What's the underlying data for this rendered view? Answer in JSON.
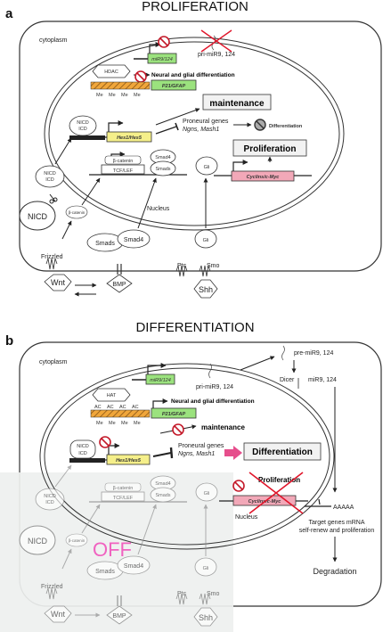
{
  "panel_a": {
    "letter": "a",
    "title": "PROLIFERATION",
    "cytoplasm": "cytoplasm",
    "nucleus": "Nucleus",
    "mir": "miR9/124",
    "pri_mir": "pri-miR9, 124",
    "neural_glial": "Neural and glial differentiation",
    "hdac": "HDAC",
    "me": "Me",
    "p21": "P21/GFAP",
    "maintenance": "maintenance",
    "nicd_icd": [
      "NICD",
      "ICD"
    ],
    "hes": "Hes1/Hes5",
    "proneural": "Proneural genes",
    "ngns": "Ngns, Mash1",
    "differentiation": "Differentiation",
    "proliferation": "Proliferation",
    "beta_catenin": "β-catenin",
    "tcf": "TCF/LEF",
    "smad4": "Smad4",
    "smads": "Smads",
    "gli": "Gli",
    "cyclins": "Cyclins/c-Myc",
    "nicd": "NICD",
    "frizzled": "Frizzled",
    "wnt": "Wnt",
    "bmp": "BMP",
    "ptc": "Ptc",
    "smo": "Smo",
    "shh": "Shh"
  },
  "panel_b": {
    "letter": "b",
    "title": "DIFFERENTIATION",
    "cytoplasm": "cytoplasm",
    "pre_mir": "pre-miR9, 124",
    "dicer": "Dicer",
    "mir_mature": "miR9, 124",
    "mir": "miR9/124",
    "pri_mir": "pri-miR9, 124",
    "hat": "HAT",
    "ac": "AC",
    "me": "Me",
    "neural_glial": "Neural and glial differentiation",
    "p21": "P21/GFAP",
    "maintenance": "maintenance",
    "nicd_icd": [
      "NICD",
      "ICD"
    ],
    "hes": "Hes1/Hes5",
    "proneural": "Proneural genes",
    "ngns": "Ngns, Mash1",
    "differentiation": "Differentiation",
    "proliferation": "Proliferation",
    "beta_catenin": "β-catenin",
    "tcf": "TCF/LEF",
    "smad4": "Smad4",
    "smads": "Smads",
    "gli": "Gli",
    "cyclins": "Cyclins/c-Myc",
    "nucleus": "Nucleus",
    "aaaaa": "AAAAA",
    "target_genes": "Target genes mRNA",
    "self_renew": "self-renew and proliferation",
    "degradation": "Degradation",
    "off": "OFF",
    "nicd": "NICD",
    "frizzled": "Frizzled",
    "wnt": "Wnt",
    "bmp": "BMP",
    "ptc": "Ptc",
    "smo": "Smo",
    "shh": "Shh"
  },
  "colors": {
    "orange_hatch": "#f0a63a",
    "green_box": "#9be27e",
    "yellow_box": "#f5ef8a",
    "pink_box": "#f2a8b8",
    "pink_arrow": "#e64e8c",
    "off_text": "#f062c0",
    "red_x": "#e0152a",
    "gray_panel": "#eef0ef"
  }
}
